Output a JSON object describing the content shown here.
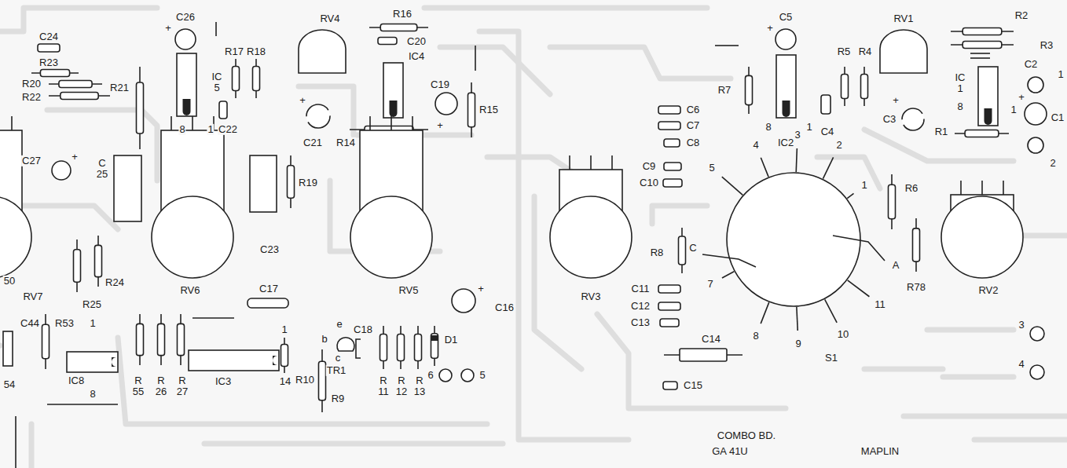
{
  "diagram": {
    "labels": [
      "C26",
      "+",
      "RV4",
      "R16",
      "C20",
      "IC4",
      "R17",
      "R18",
      "C24",
      "R23",
      "R20",
      "R22",
      "R21",
      "IC 5",
      "8",
      "1",
      "C22",
      "+",
      "C21",
      "R14",
      "C19",
      "+",
      "R15",
      "C 25",
      "C27",
      "+",
      "R19",
      "C23",
      "RV6",
      "RV5",
      "50",
      "RV7",
      "R24",
      "R25",
      "C17",
      "+",
      "C16",
      "C44",
      "R53",
      "1",
      "1",
      "e",
      "C18",
      "b",
      "D1",
      "c",
      "TR1",
      "IC8",
      "8",
      "IC3",
      "14",
      "R10",
      "R 55",
      "R 26",
      "R 27",
      "R 11",
      "R 12",
      "R 13",
      "6",
      "5",
      "54",
      "R9",
      "C5",
      "+",
      "RV1",
      "R2",
      "R3",
      "C2",
      "R5",
      "R4",
      "IC 1",
      "8",
      "1",
      "1",
      "+",
      "C1",
      "2",
      "R7",
      "8",
      "1",
      "IC2",
      "C4",
      "+",
      "C3",
      "R1",
      "C6",
      "C7",
      "C8",
      "C9",
      "C10",
      "4",
      "3",
      "2",
      "5",
      "1",
      "R6",
      "R8",
      "C",
      "A",
      "RV3",
      "R78",
      "RV2",
      "C11",
      "7",
      "C12",
      "11",
      "C13",
      "8",
      "10",
      "C14",
      "9",
      "S1",
      "3",
      "4",
      "C15",
      "COMBO BD.",
      "GA 41U",
      "MAPLIN"
    ]
  }
}
